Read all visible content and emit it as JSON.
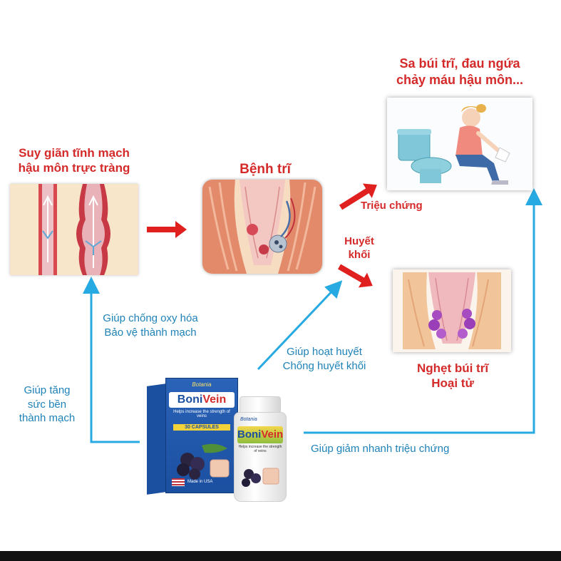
{
  "labels": {
    "top_right_title_line1": "Sa búi trĩ, đau ngứa",
    "top_right_title_line2": "chảy máu hậu môn...",
    "left_title_line1": "Suy giãn tĩnh mạch",
    "left_title_line2": "hậu môn trực tràng",
    "center_title": "Bệnh trĩ",
    "symptom_label": "Triệu chứng",
    "thrombus_line1": "Huyết",
    "thrombus_line2": "khối",
    "antioxidant_line1": "Giúp chống oxy hóa",
    "antioxidant_line2": "Bảo vệ thành mạch",
    "circulation_line1": "Giúp hoạt huyết",
    "circulation_line2": "Chống huyết khối",
    "strength_line1": "Giúp tăng",
    "strength_line2": "sức bền",
    "strength_line3": "thành mạch",
    "necrosis_line1": "Nghẹt búi trĩ",
    "necrosis_line2": "Hoại tử",
    "reduce_symptoms": "Giúp giảm nhanh triệu chứng"
  },
  "product": {
    "brand_small": "Botania",
    "name_part1": "Boni",
    "name_part2": "Vein",
    "tagline": "Helps increase the strength of veins",
    "box_badge": "30 CAPSULES",
    "made_in": "Made in USA"
  },
  "colors": {
    "red": "#d42a2a",
    "blue": "#1f82b8",
    "arrow_red": "#e0201f",
    "arrow_blue": "#27a9e1",
    "box_blue": "#1b4fa0",
    "label_green": "#8fbf3f"
  }
}
